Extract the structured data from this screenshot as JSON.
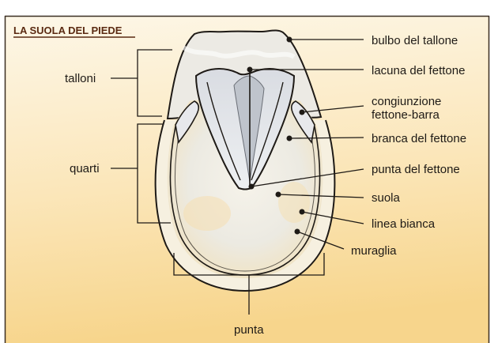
{
  "title": "LA SUOLA DEL PIEDE",
  "labels": {
    "bulbo": "bulbo del tallone",
    "lacuna": "lacuna del fettone",
    "congiunzione_1": "congiunzione",
    "congiunzione_2": "fettone-barra",
    "branca": "branca del fettone",
    "punta_fettone": "punta del fettone",
    "suola": "suola",
    "linea": "linea bianca",
    "muraglia": "muraglia",
    "talloni": "talloni",
    "quarti": "quarti",
    "punta": "punta"
  },
  "colors": {
    "background_top": "#fdf6e6",
    "background_bottom": "#f8d891",
    "outline": "#1e1a16",
    "sole_fill": "#e6e9ee",
    "frog_fill": "#cfd3da",
    "title": "#5a2a12"
  }
}
